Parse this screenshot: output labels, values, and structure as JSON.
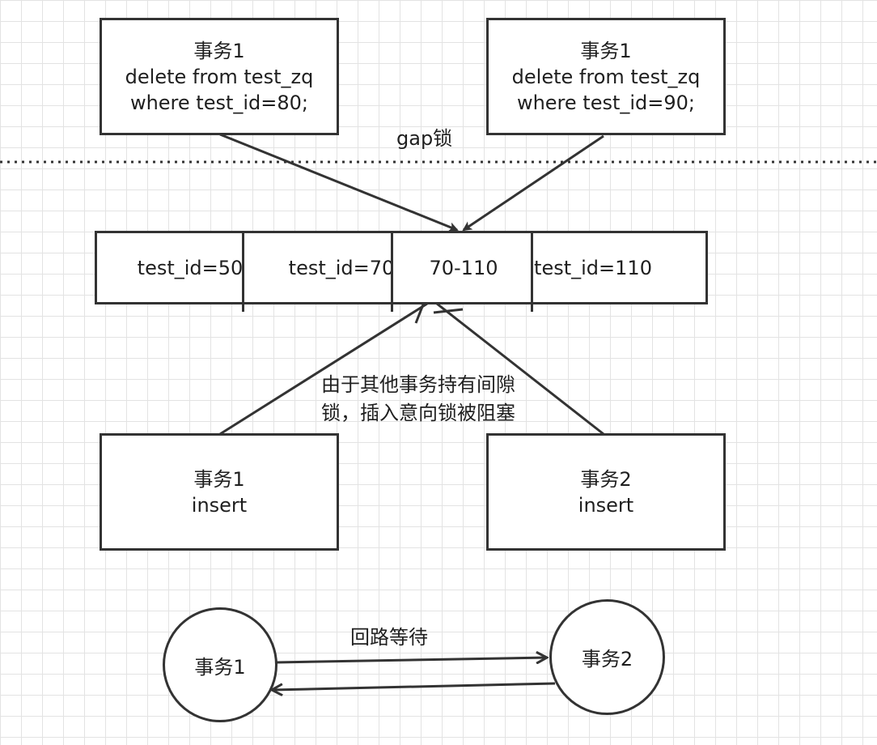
{
  "colors": {
    "stroke": "#333333",
    "grid": "#e3e3e3",
    "text": "#1f1f1f"
  },
  "top_boxes": [
    {
      "title": "事务1",
      "line1": "delete from test_zq",
      "line2": "where test_id=80;"
    },
    {
      "title": "事务1",
      "line1": "delete from test_zq",
      "line2": "where test_id=90;"
    }
  ],
  "gap_lock_label": "gap锁",
  "index_cells": [
    "test_id=50",
    "test_id=70",
    "70-110",
    "test_id=110"
  ],
  "blocked_note": {
    "line1": "由于其他事务持有间隙",
    "line2": "锁，插入意向锁被阻塞"
  },
  "insert_boxes": [
    {
      "title": "事务1",
      "action": "insert"
    },
    {
      "title": "事务2",
      "action": "insert"
    }
  ],
  "cycle": {
    "left": "事务1",
    "right": "事务2",
    "label": "回路等待"
  }
}
